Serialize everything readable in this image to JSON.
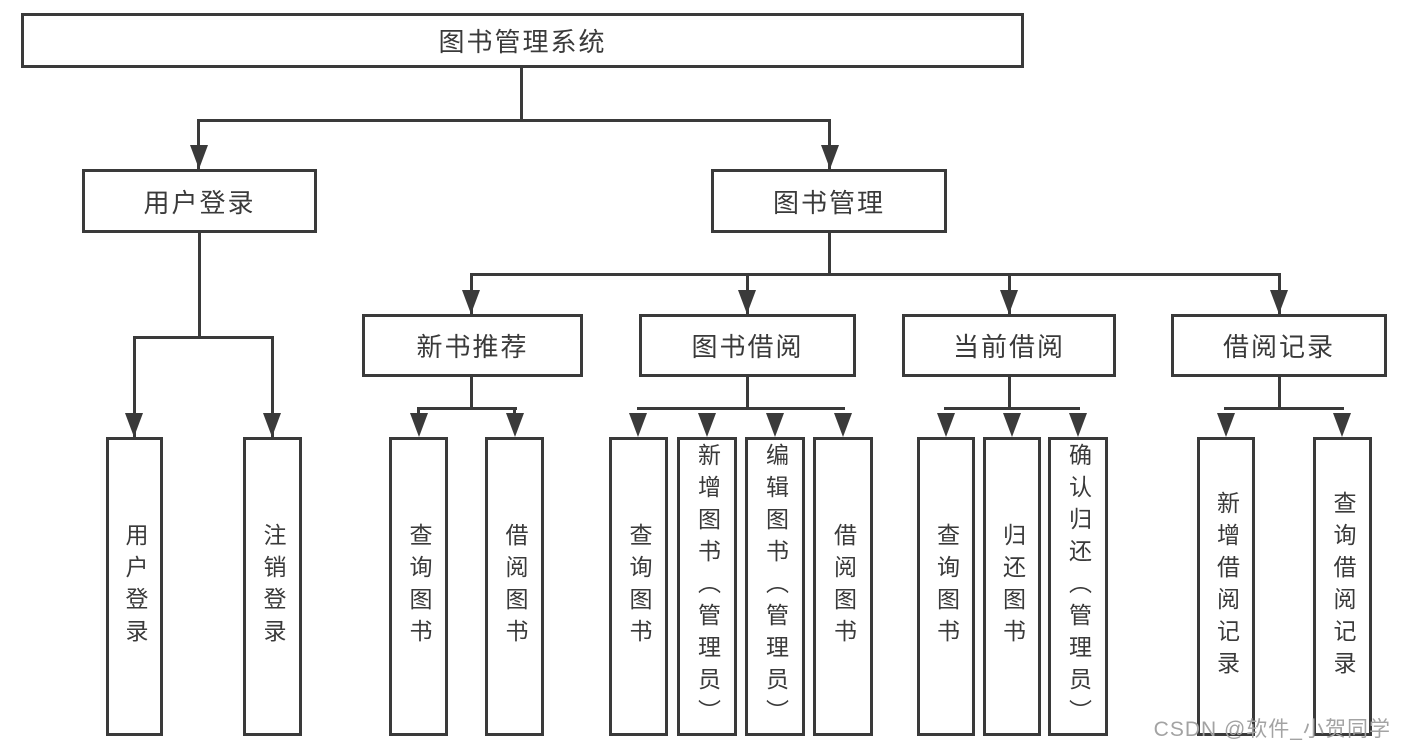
{
  "root": {
    "label": "图书管理系统"
  },
  "branches": [
    {
      "label": "用户登录",
      "children": [
        {
          "label": "用户登录"
        },
        {
          "label": "注销登录"
        }
      ]
    },
    {
      "label": "图书管理",
      "modules": [
        {
          "label": "新书推荐",
          "children": [
            {
              "label": "查询图书"
            },
            {
              "label": "借阅图书"
            }
          ]
        },
        {
          "label": "图书借阅",
          "children": [
            {
              "label": "查询图书"
            },
            {
              "label": "新增图书（管理员）"
            },
            {
              "label": "编辑图书（管理员）"
            },
            {
              "label": "借阅图书"
            }
          ]
        },
        {
          "label": "当前借阅",
          "children": [
            {
              "label": "查询图书"
            },
            {
              "label": "归还图书"
            },
            {
              "label": "确认归还（管理员）"
            }
          ]
        },
        {
          "label": "借阅记录",
          "children": [
            {
              "label": "新增借阅记录"
            },
            {
              "label": "查询借阅记录"
            }
          ]
        }
      ]
    }
  ],
  "watermark": {
    "text": "CSDN @软件_小贺同学"
  },
  "colors": {
    "line": "#3a3a3a",
    "text": "#3a3a3a",
    "box_fill": "#ffffff",
    "watermark": "#a3a3a3",
    "background": "#ffffff"
  }
}
